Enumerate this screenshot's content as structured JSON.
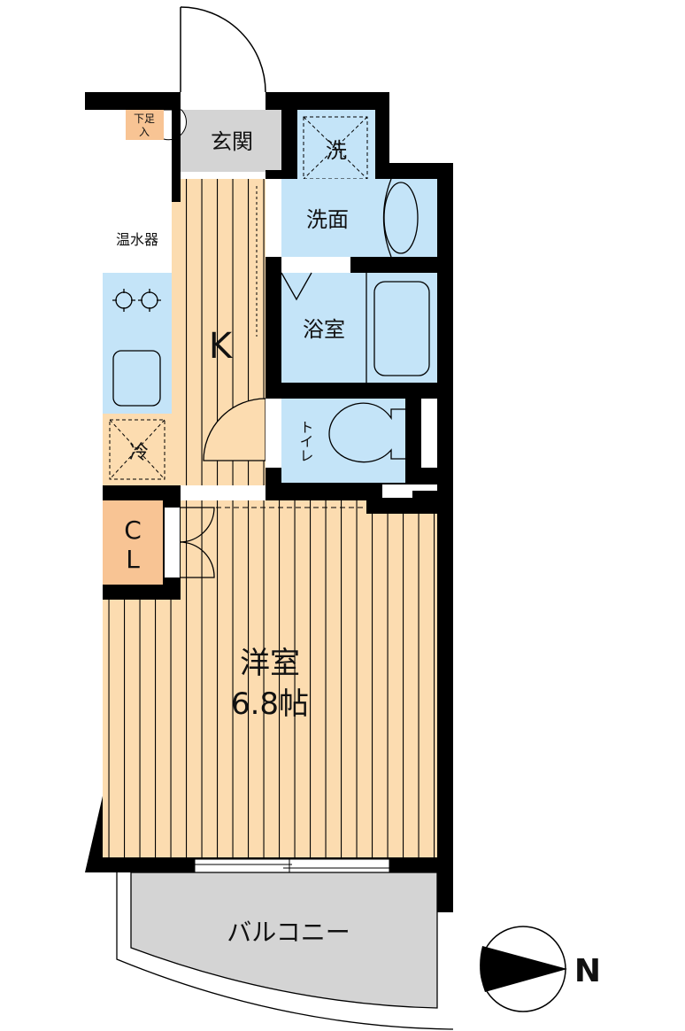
{
  "rooms": {
    "entrance": "玄関",
    "shoe_storage_top": "下足",
    "shoe_storage_bottom": "入",
    "washer": "洗",
    "washroom": "洗面",
    "water_heater": "温水器",
    "kitchen": "K",
    "bathroom": "浴室",
    "toilet": "トイレ",
    "fridge": "冷",
    "closet_top": "C",
    "closet_bottom": "L",
    "western_room": "洋室",
    "western_room_size": "6.8帖",
    "balcony": "バルコニー"
  },
  "compass": {
    "label": "N"
  },
  "colors": {
    "wall": "#000000",
    "wood": "#fcdcb0",
    "wet": "#c4e4f8",
    "entrance": "#d4d4d4",
    "storage": "#f8c494",
    "balcony": "#d4d4d4"
  }
}
